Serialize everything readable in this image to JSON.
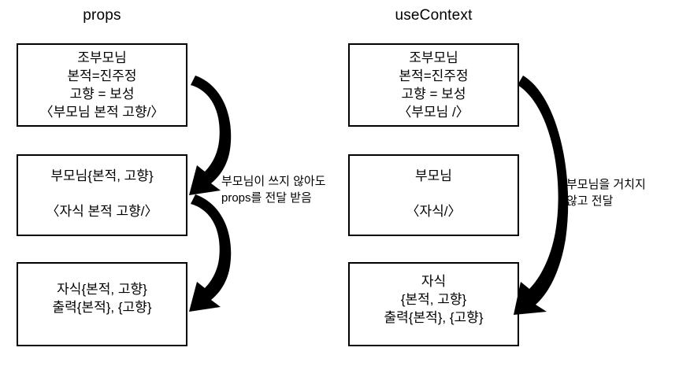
{
  "columns": {
    "left": {
      "title": "props",
      "nodes": [
        {
          "name": "grandparent",
          "lines": [
            "조부모님",
            "본적=진주정",
            "고향 = 보성",
            "〈부모님 본적 고향/〉"
          ]
        },
        {
          "name": "parent",
          "lines": [
            "부모님{본적, 고향}",
            "〈자식 본적 고향/〉"
          ]
        },
        {
          "name": "child",
          "lines": [
            "자식{본적, 고향}",
            "출력{본적}, {고향}"
          ]
        }
      ]
    },
    "right": {
      "title": "useContext",
      "nodes": [
        {
          "name": "grandparent",
          "lines": [
            "조부모님",
            "본적=진주정",
            "고향 = 보성",
            "〈부모님 /〉"
          ]
        },
        {
          "name": "parent",
          "lines": [
            "부모님",
            "〈자식/〉"
          ]
        },
        {
          "name": "child",
          "lines": [
            "자식",
            "{본적, 고향}",
            "출력{본적}, {고향}"
          ]
        }
      ]
    }
  },
  "annotations": {
    "middle": {
      "line1": "부모님이 쓰지 않아도",
      "line2": "props를 전달 받음"
    },
    "right": {
      "line1": "부모님을 거치지",
      "line2": "않고 전달"
    }
  },
  "arrows": [
    {
      "name": "props-grandparent-to-parent",
      "from": "left-grandparent",
      "to": "left-parent"
    },
    {
      "name": "props-parent-to-child",
      "from": "left-parent",
      "to": "left-child"
    },
    {
      "name": "context-grandparent-to-child",
      "from": "right-grandparent",
      "to": "right-child"
    }
  ],
  "colors": {
    "background": "#ffffff",
    "stroke": "#000000",
    "text": "#000000"
  }
}
